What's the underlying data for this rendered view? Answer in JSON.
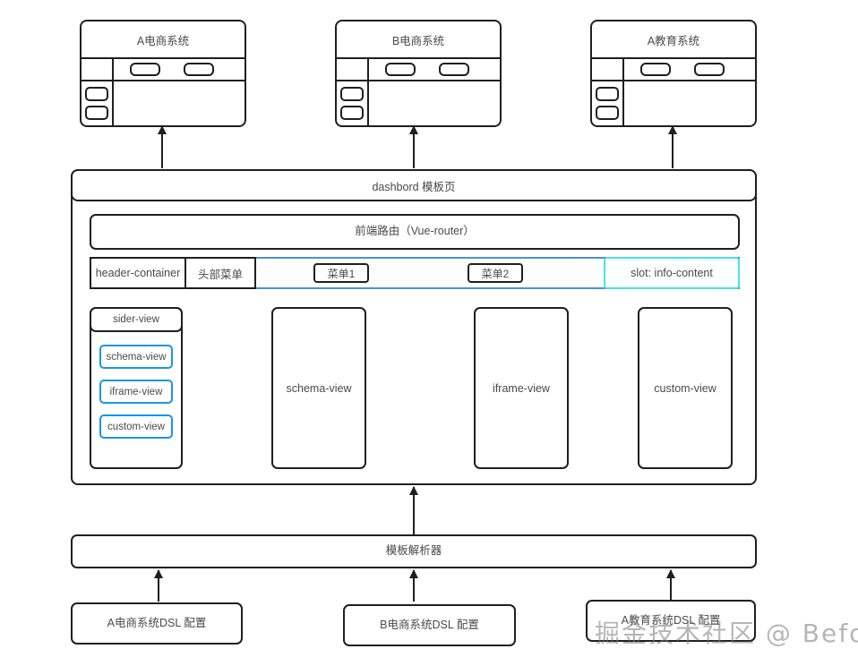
{
  "diagram": {
    "title": "dashbord 模板页",
    "watermark": "掘金技术社区 @ Befool",
    "colors": {
      "stroke": "#1f1f1f",
      "accent_blue": "#1a95e8",
      "menubar_blue": "#4a90e2",
      "slot_cyan": "#4ae0ea",
      "text": "#4a4a4a"
    }
  },
  "systems": [
    {
      "title": "A电商系统"
    },
    {
      "title": "B电商系统"
    },
    {
      "title": "A教育系统"
    }
  ],
  "dashboard": {
    "title": "dashbord 模板页",
    "router": "前端路由（Vue-router）",
    "header": {
      "container_label": "header-container",
      "menu_label": "头部菜单",
      "menu_items": [
        "菜单1",
        "菜单2"
      ],
      "slot_label": "slot: info-content"
    },
    "sider": {
      "title": "sider-view",
      "items": [
        "schema-view",
        "iframe-view",
        "custom-view"
      ]
    },
    "panels": [
      {
        "label": "schema-view"
      },
      {
        "label": "iframe-view"
      },
      {
        "label": "custom-view"
      }
    ]
  },
  "parser": {
    "label": "模板解析器"
  },
  "dsl_configs": [
    {
      "label": "A电商系统DSL 配置"
    },
    {
      "label": "B电商系统DSL 配置"
    },
    {
      "label": "A教育系统DSL 配置"
    }
  ]
}
